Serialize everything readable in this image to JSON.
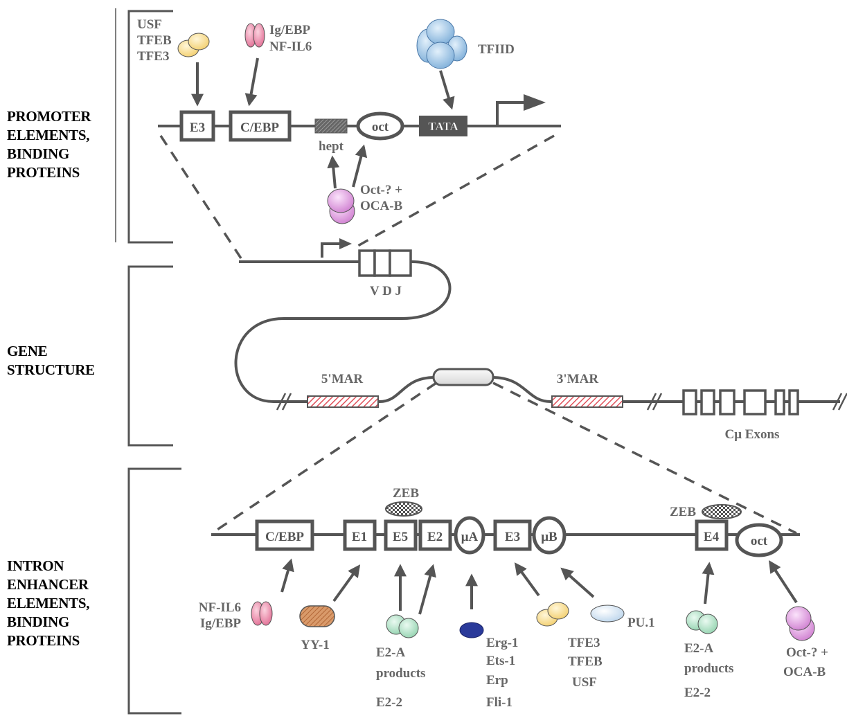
{
  "sections": {
    "promoter": [
      "PROMOTER",
      "ELEMENTS,",
      "BINDING",
      "PROTEINS"
    ],
    "gene": [
      "GENE",
      "STRUCTURE"
    ],
    "intron": [
      "INTRON",
      "ENHANCER",
      "ELEMENTS,",
      "BINDING",
      "PROTEINS"
    ]
  },
  "promoter": {
    "elements": {
      "e3": "E3",
      "cebp": "C/EBP",
      "hept": "hept",
      "oct": "oct",
      "tata": "TATA"
    },
    "proteins": {
      "usf_group": [
        "USF",
        "TFEB",
        "TFE3"
      ],
      "igebp_group": [
        "Ig/EBP",
        "NF-IL6"
      ],
      "tfiid": "TFIID",
      "oct_oca": [
        "Oct-? +",
        "OCA-B"
      ]
    }
  },
  "gene": {
    "vdj": "V D J",
    "mar5": "5'MAR",
    "mar3": "3'MAR",
    "cmu": "Cμ Exons"
  },
  "intron": {
    "elements": {
      "cebp": "C/EBP",
      "e1": "E1",
      "e5": "E5",
      "e2": "E2",
      "ua": "μA",
      "e3": "E3",
      "ub": "μB",
      "e4": "E4",
      "oct": "oct"
    },
    "zeb": "ZEB",
    "proteins": {
      "nfil6": [
        "NF-IL6",
        "Ig/EBP"
      ],
      "yy1": "YY-1",
      "e2a": [
        "E2-A",
        "products"
      ],
      "e22": "E2-2",
      "ets": [
        "Erg-1",
        "Ets-1",
        "Erp",
        "Fli-1"
      ],
      "tfe": [
        "TFE3",
        "TFEB",
        "USF"
      ],
      "pu1": "PU.1",
      "e2a_right": [
        "E2-A",
        "products"
      ],
      "e22_right": "E2-2",
      "oct_oca": [
        "Oct-? +",
        "OCA-B"
      ]
    }
  },
  "colors": {
    "line": "#555555",
    "text": "#666666",
    "mar_hatch": "#e0505a",
    "yellow": "#f7d98a",
    "pink": "#e98aa6",
    "blue": "#8fb8dd",
    "violet": "#d89ad8",
    "green": "#a8dcc0",
    "brown": "#c9804f",
    "navy": "#2a3a9a",
    "lightblue": "#dce9f5"
  }
}
